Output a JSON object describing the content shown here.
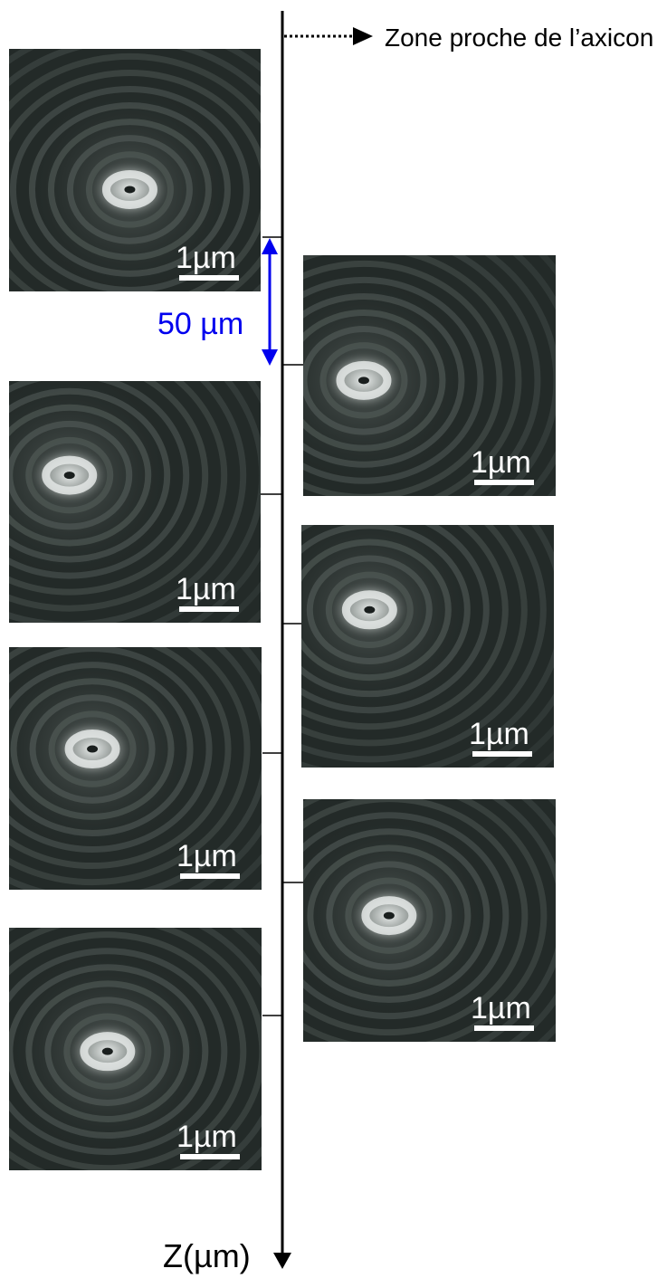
{
  "annotation": {
    "near_zone_label": "Zone proche de l’axicon",
    "spacing_label": "50 µm",
    "axis_label": "Z(µm)"
  },
  "colors": {
    "axis": "#000000",
    "spacing_arrow": "#0000ee",
    "panel_background": "#232a28",
    "ring": "#4a5350",
    "spot": "#e4e8e6",
    "scale": "#ffffff"
  },
  "panels": [
    {
      "scale_label": "1µm"
    },
    {
      "scale_label": "1µm"
    },
    {
      "scale_label": "1µm"
    },
    {
      "scale_label": "1µm"
    },
    {
      "scale_label": "1µm"
    },
    {
      "scale_label": "1µm"
    },
    {
      "scale_label": "1µm"
    }
  ]
}
